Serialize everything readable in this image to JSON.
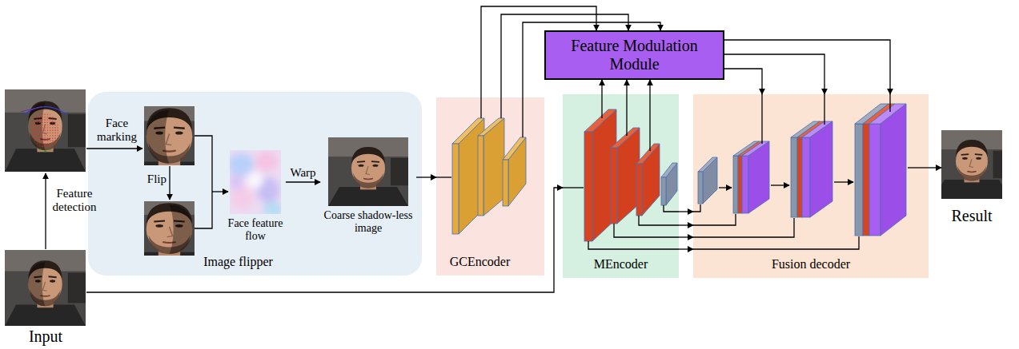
{
  "diagram": {
    "nodes": [
      {
        "text": [
          "Input"
        ]
      },
      {
        "text": [
          "Image flipper"
        ]
      },
      {
        "text": [
          "Face feature flow"
        ],
        "in": 1
      },
      {
        "text": [
          "Coarse shadow-less image"
        ],
        "in": 1
      },
      {
        "text": [
          "GCEncoder"
        ]
      },
      {
        "text": [
          "Feature Modulation Module"
        ]
      },
      {
        "text": [
          "MEncoder"
        ]
      },
      {
        "text": [
          "Fusion decoder"
        ]
      },
      {
        "text": [
          "Result"
        ]
      }
    ],
    "edges": [
      {
        "from": 2,
        "to": 3,
        "label": "Warp",
        "arrow": "to"
      },
      {
        "from": 3,
        "to": 4,
        "arrow": "to"
      },
      {
        "from": 4,
        "to": 5,
        "arrow": "to"
      },
      {
        "from": 4,
        "to": 5,
        "arrow": "to"
      },
      {
        "from": 4,
        "to": 5,
        "arrow": "to"
      },
      {
        "from": 6,
        "to": 5,
        "arrow": "to"
      },
      {
        "from": 6,
        "to": 5,
        "arrow": "to"
      },
      {
        "from": 6,
        "to": 5,
        "arrow": "to"
      },
      {
        "from": 5,
        "to": 7,
        "arrow": "to"
      },
      {
        "from": 5,
        "to": 7,
        "arrow": "to"
      },
      {
        "from": 5,
        "to": 7,
        "arrow": "to"
      },
      {
        "from": 6,
        "to": 7,
        "arrow": "to"
      },
      {
        "from": 6,
        "to": 7,
        "arrow": "to"
      },
      {
        "from": 6,
        "to": 7,
        "arrow": "to"
      },
      {
        "from": 6,
        "to": 7,
        "arrow": "to"
      },
      {
        "from": 0,
        "to": 6,
        "arrow": "to"
      },
      {
        "from": 7,
        "to": 8,
        "arrow": "to"
      }
    ],
    "labels": [
      "Feature detection",
      "Face marking",
      "Flip"
    ]
  }
}
